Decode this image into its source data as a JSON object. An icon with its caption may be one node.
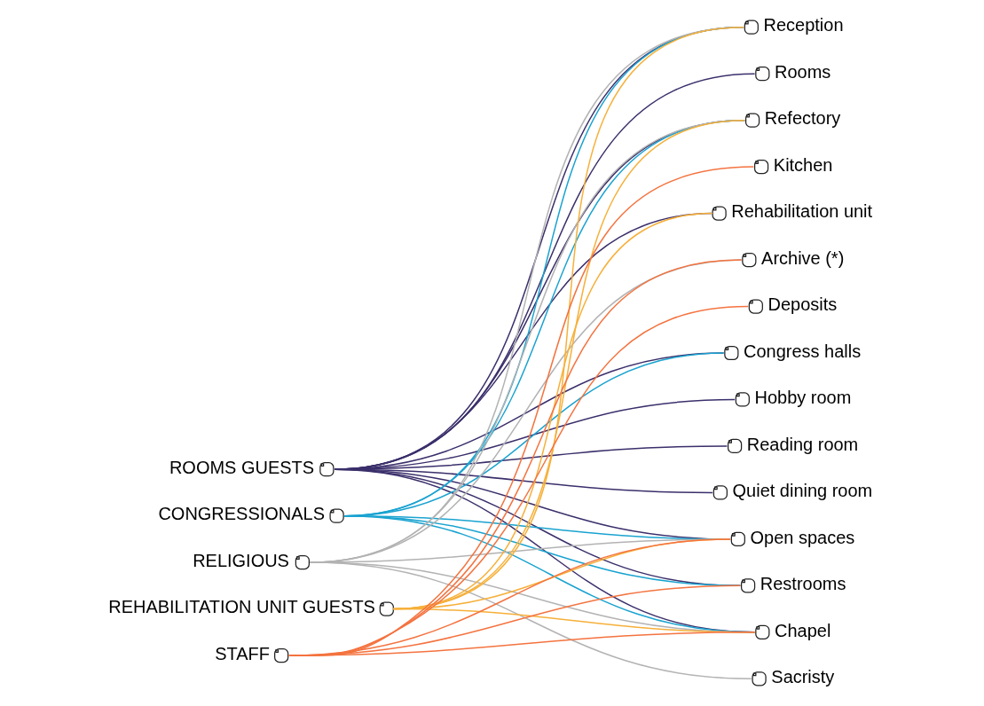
{
  "diagram": {
    "nodes": [
      {
        "text": [
          "ROOMS GUESTS"
        ]
      },
      {
        "text": [
          "CONGRESSIONALS"
        ]
      },
      {
        "text": [
          "RELIGIOUS"
        ]
      },
      {
        "text": [
          "REHABILITATION UNIT GUESTS"
        ]
      },
      {
        "text": [
          "STAFF"
        ]
      },
      {
        "text": [
          "Reception"
        ]
      },
      {
        "text": [
          "Rooms"
        ]
      },
      {
        "text": [
          "Refectory"
        ]
      },
      {
        "text": [
          "Kitchen"
        ]
      },
      {
        "text": [
          "Rehabilitation unit"
        ]
      },
      {
        "text": [
          "Archive (*)"
        ]
      },
      {
        "text": [
          "Deposits"
        ]
      },
      {
        "text": [
          "Congress halls"
        ]
      },
      {
        "text": [
          "Hobby room"
        ]
      },
      {
        "text": [
          "Reading room"
        ]
      },
      {
        "text": [
          "Quiet dining room"
        ]
      },
      {
        "text": [
          "Open spaces"
        ]
      },
      {
        "text": [
          "Restrooms"
        ]
      },
      {
        "text": [
          "Chapel"
        ]
      },
      {
        "text": [
          "Sacristy"
        ]
      }
    ],
    "edges": [
      {
        "from": 0,
        "to": 5,
        "arrow": "none"
      },
      {
        "from": 0,
        "to": 6,
        "arrow": "none"
      },
      {
        "from": 0,
        "to": 7,
        "arrow": "none"
      },
      {
        "from": 0,
        "to": 9,
        "arrow": "none"
      },
      {
        "from": 0,
        "to": 12,
        "arrow": "none"
      },
      {
        "from": 0,
        "to": 13,
        "arrow": "none"
      },
      {
        "from": 0,
        "to": 14,
        "arrow": "none"
      },
      {
        "from": 0,
        "to": 15,
        "arrow": "none"
      },
      {
        "from": 0,
        "to": 16,
        "arrow": "none"
      },
      {
        "from": 0,
        "to": 17,
        "arrow": "none"
      },
      {
        "from": 0,
        "to": 18,
        "arrow": "none"
      },
      {
        "from": 1,
        "to": 5,
        "arrow": "none",
        "color": "#1aa3d0"
      },
      {
        "from": 1,
        "to": 7,
        "arrow": "none",
        "color": "#1aa3d0"
      },
      {
        "from": 1,
        "to": 12,
        "arrow": "none",
        "color": "#1aa3d0"
      },
      {
        "from": 1,
        "to": 16,
        "arrow": "none",
        "color": "#1aa3d0"
      },
      {
        "from": 1,
        "to": 17,
        "arrow": "none",
        "color": "#1aa3d0"
      },
      {
        "from": 1,
        "to": 18,
        "arrow": "none",
        "color": "#1aa3d0"
      },
      {
        "from": 2,
        "to": 5,
        "arrow": "none",
        "color": "#b3b3b3"
      },
      {
        "from": 2,
        "to": 7,
        "arrow": "none",
        "color": "#b3b3b3"
      },
      {
        "from": 2,
        "to": 10,
        "arrow": "none",
        "color": "#b3b3b3"
      },
      {
        "from": 2,
        "to": 16,
        "arrow": "none",
        "color": "#b3b3b3"
      },
      {
        "from": 2,
        "to": 18,
        "arrow": "none",
        "color": "#b3b3b3"
      },
      {
        "from": 2,
        "to": 19,
        "arrow": "none",
        "color": "#b3b3b3"
      },
      {
        "from": 3,
        "to": 5,
        "arrow": "none",
        "color": "#f6b03a"
      },
      {
        "from": 3,
        "to": 7,
        "arrow": "none",
        "color": "#f6b03a"
      },
      {
        "from": 3,
        "to": 9,
        "arrow": "none",
        "color": "#f6b03a"
      },
      {
        "from": 3,
        "to": 16,
        "arrow": "none",
        "color": "#f6b03a"
      },
      {
        "from": 3,
        "to": 18,
        "arrow": "none",
        "color": "#f6b03a"
      },
      {
        "from": 4,
        "to": 8,
        "arrow": "none",
        "color": "#f4733f"
      },
      {
        "from": 4,
        "to": 10,
        "arrow": "none",
        "color": "#f4733f"
      },
      {
        "from": 4,
        "to": 11,
        "arrow": "none",
        "color": "#f4733f"
      },
      {
        "from": 4,
        "to": 16,
        "arrow": "none",
        "color": "#f4733f"
      },
      {
        "from": 4,
        "to": 17,
        "arrow": "none",
        "color": "#f4733f"
      },
      {
        "from": 4,
        "to": 18,
        "arrow": "none",
        "color": "#f4733f"
      }
    ]
  }
}
